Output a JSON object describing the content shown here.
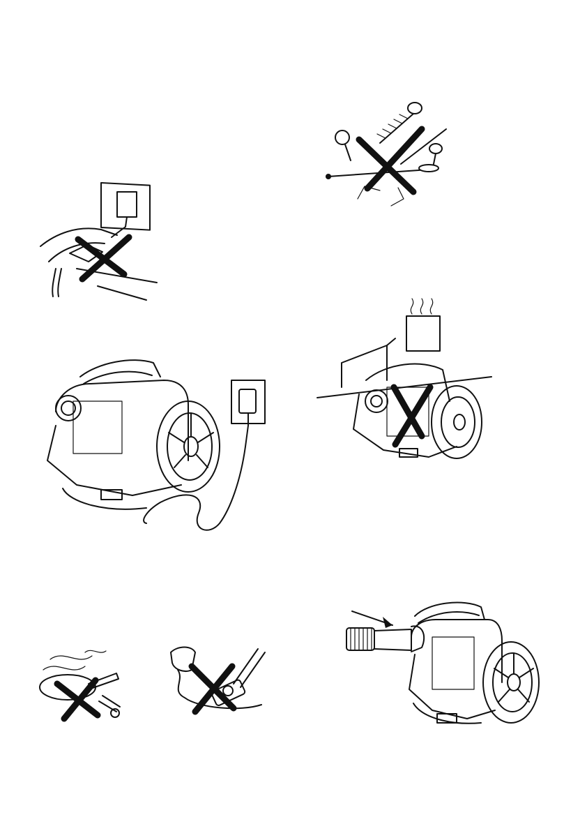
{
  "page": {
    "background": "#ffffff",
    "ink": "#111111"
  },
  "figures": [
    {
      "id": "unplug-by-cord",
      "icon": "unplug-cord-prohibited-icon",
      "prohibited": true
    },
    {
      "id": "sharp-objects",
      "icon": "sharp-objects-prohibited-icon",
      "prohibited": true
    },
    {
      "id": "plug-in",
      "icon": "vacuum-plugged-in-icon",
      "prohibited": false
    },
    {
      "id": "heat-source",
      "icon": "near-heat-prohibited-icon",
      "prohibited": true
    },
    {
      "id": "no-burning-items",
      "icon": "burning-cigarette-prohibited-icon",
      "prohibited": true
    },
    {
      "id": "no-liquids",
      "icon": "liquid-prohibited-icon",
      "prohibited": true
    },
    {
      "id": "insert-hose",
      "icon": "hose-insert-icon",
      "prohibited": false
    }
  ]
}
